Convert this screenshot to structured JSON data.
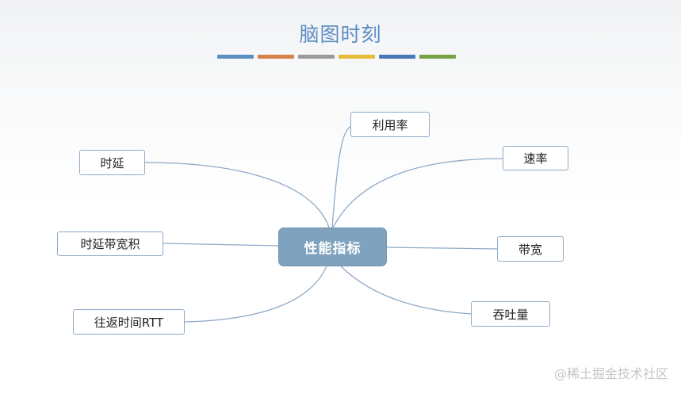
{
  "title": "脑图时刻",
  "color_bars": [
    "#5e8fc4",
    "#d6804a",
    "#9a9a9a",
    "#e9bb3b",
    "#4b78b6",
    "#77a346"
  ],
  "center": {
    "label": "性能指标"
  },
  "nodes": {
    "utilization": "利用率",
    "rate": "速率",
    "delay": "时延",
    "bandwidth_delay_product": "时延带宽积",
    "bandwidth": "带宽",
    "rtt": "往返时间RTT",
    "throughput": "吞吐量"
  },
  "watermark": "@稀土掘金技术社区",
  "colors": {
    "connector": "#8faac6",
    "node_border": "#8faac6",
    "center_fill": "#7fa3bf",
    "title": "#5d8ec3"
  }
}
